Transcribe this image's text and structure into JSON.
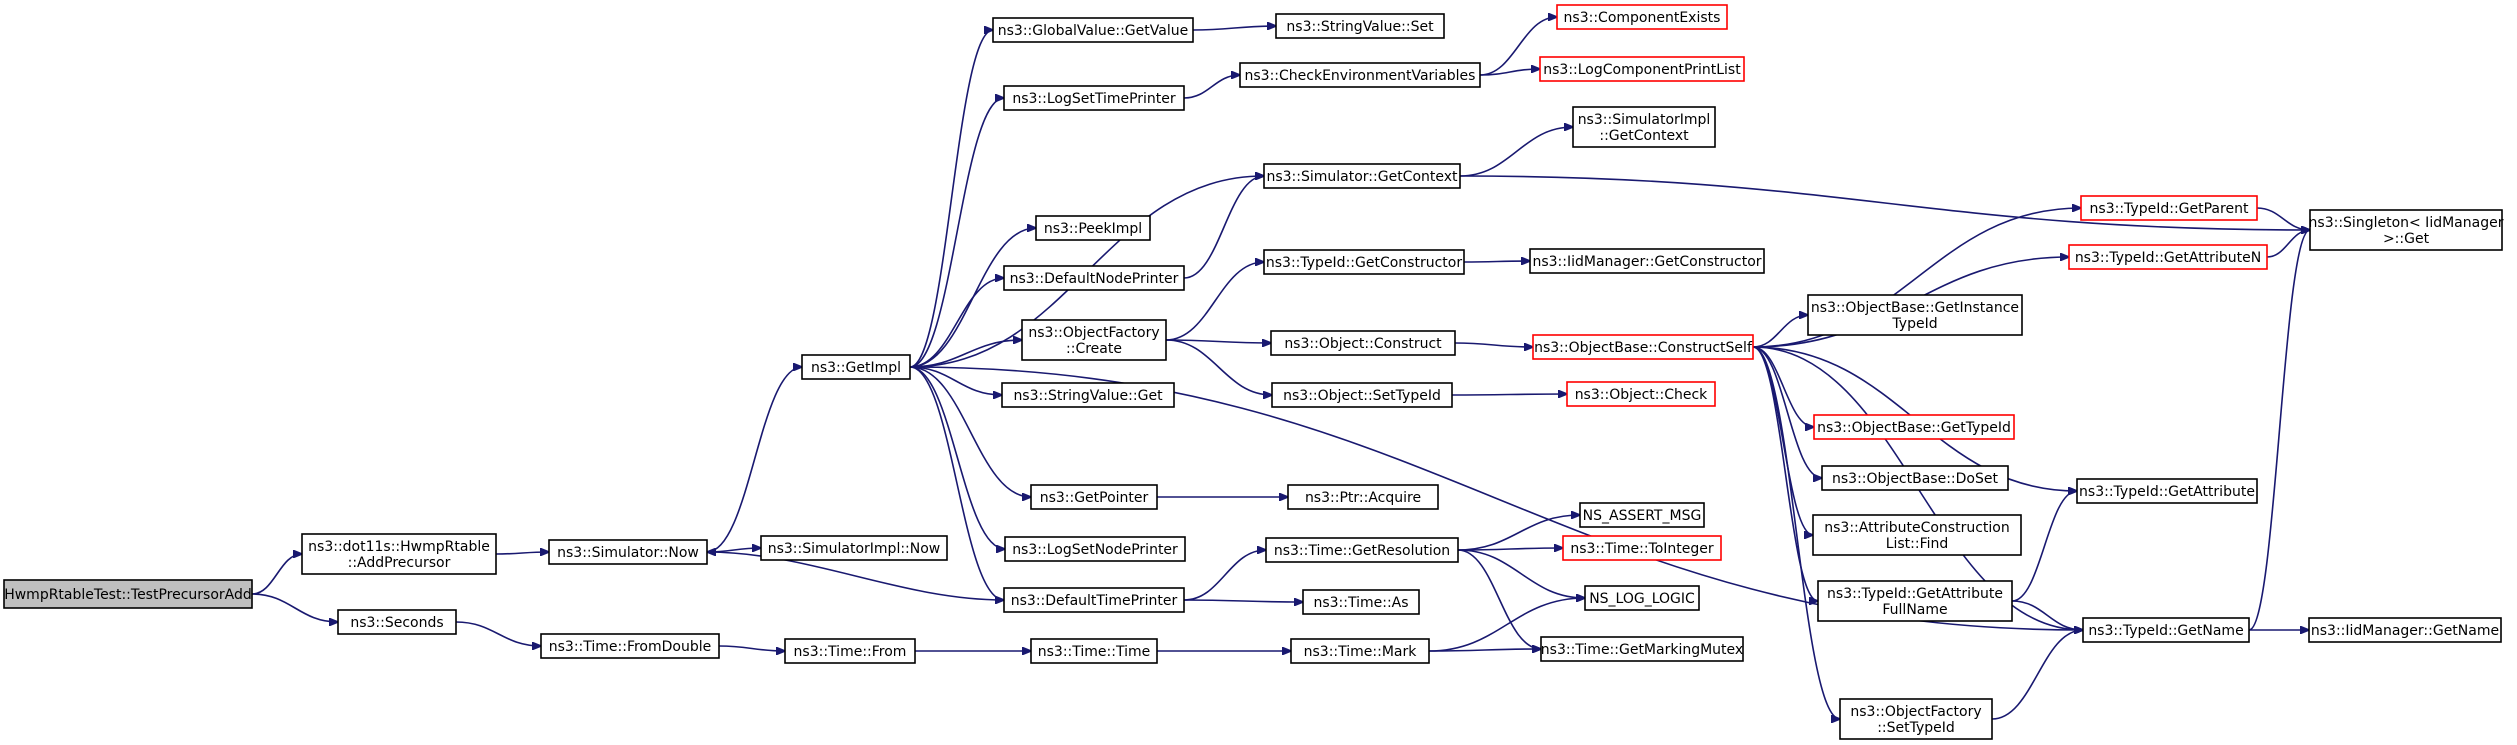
{
  "colors": {
    "edge": "#191970",
    "border": "#000000",
    "border_incomplete": "#ff0000",
    "root_fill": "#bfbfbf",
    "background": "#ffffff"
  },
  "nodes": [
    {
      "id": "root",
      "lines": [
        "HwmpRtableTest::TestPrecursorAdd"
      ],
      "root": true
    },
    {
      "id": "addprec",
      "lines": [
        "ns3::dot11s::HwmpRtable",
        "::AddPrecursor"
      ]
    },
    {
      "id": "seconds",
      "lines": [
        "ns3::Seconds"
      ]
    },
    {
      "id": "simnow",
      "lines": [
        "ns3::Simulator::Now"
      ]
    },
    {
      "id": "fromdouble",
      "lines": [
        "ns3::Time::FromDouble"
      ]
    },
    {
      "id": "getimpl",
      "lines": [
        "ns3::GetImpl"
      ]
    },
    {
      "id": "simimplnow",
      "lines": [
        "ns3::SimulatorImpl::Now"
      ]
    },
    {
      "id": "timefrom",
      "lines": [
        "ns3::Time::From"
      ]
    },
    {
      "id": "gvgetvalue",
      "lines": [
        "ns3::GlobalValue::GetValue"
      ]
    },
    {
      "id": "logsettime",
      "lines": [
        "ns3::LogSetTimePrinter"
      ]
    },
    {
      "id": "peekimpl",
      "lines": [
        "ns3::PeekImpl"
      ]
    },
    {
      "id": "defnodeprinter",
      "lines": [
        "ns3::DefaultNodePrinter"
      ]
    },
    {
      "id": "objfactcreate",
      "lines": [
        "ns3::ObjectFactory",
        "::Create"
      ]
    },
    {
      "id": "svget",
      "lines": [
        "ns3::StringValue::Get"
      ]
    },
    {
      "id": "getpointer",
      "lines": [
        "ns3::GetPointer"
      ]
    },
    {
      "id": "logsetnode",
      "lines": [
        "ns3::LogSetNodePrinter"
      ]
    },
    {
      "id": "deftimeprinter",
      "lines": [
        "ns3::DefaultTimePrinter"
      ]
    },
    {
      "id": "timetime",
      "lines": [
        "ns3::Time::Time"
      ]
    },
    {
      "id": "svset",
      "lines": [
        "ns3::StringValue::Set"
      ]
    },
    {
      "id": "checkenv",
      "lines": [
        "ns3::CheckEnvironmentVariables"
      ]
    },
    {
      "id": "simgetctx",
      "lines": [
        "ns3::Simulator::GetContext"
      ]
    },
    {
      "id": "tidgetctor",
      "lines": [
        "ns3::TypeId::GetConstructor"
      ]
    },
    {
      "id": "objconstruct",
      "lines": [
        "ns3::Object::Construct"
      ]
    },
    {
      "id": "objsettid",
      "lines": [
        "ns3::Object::SetTypeId"
      ]
    },
    {
      "id": "ptracquire",
      "lines": [
        "ns3::Ptr::Acquire"
      ]
    },
    {
      "id": "timegetres",
      "lines": [
        "ns3::Time::GetResolution"
      ]
    },
    {
      "id": "timeas",
      "lines": [
        "ns3::Time::As"
      ]
    },
    {
      "id": "timemark",
      "lines": [
        "ns3::Time::Mark"
      ]
    },
    {
      "id": "compexists",
      "lines": [
        "ns3::ComponentExists"
      ],
      "incomplete": true
    },
    {
      "id": "logcompprint",
      "lines": [
        "ns3::LogComponentPrintList"
      ],
      "incomplete": true
    },
    {
      "id": "simimplctx",
      "lines": [
        "ns3::SimulatorImpl",
        "::GetContext"
      ]
    },
    {
      "id": "iidgetctor",
      "lines": [
        "ns3::IidManager::GetConstructor"
      ]
    },
    {
      "id": "obconstructself",
      "lines": [
        "ns3::ObjectBase::ConstructSelf"
      ],
      "incomplete": true
    },
    {
      "id": "objcheck",
      "lines": [
        "ns3::Object::Check"
      ],
      "incomplete": true
    },
    {
      "id": "nsassert",
      "lines": [
        "NS_ASSERT_MSG"
      ]
    },
    {
      "id": "timetoint",
      "lines": [
        "ns3::Time::ToInteger"
      ],
      "incomplete": true
    },
    {
      "id": "nsloglogic",
      "lines": [
        "NS_LOG_LOGIC"
      ]
    },
    {
      "id": "timemutex",
      "lines": [
        "ns3::Time::GetMarkingMutex"
      ]
    },
    {
      "id": "tidgetparent",
      "lines": [
        "ns3::TypeId::GetParent"
      ],
      "incomplete": true
    },
    {
      "id": "tidgetattrn",
      "lines": [
        "ns3::TypeId::GetAttributeN"
      ],
      "incomplete": true
    },
    {
      "id": "obgetinst",
      "lines": [
        "ns3::ObjectBase::GetInstance",
        "TypeId"
      ]
    },
    {
      "id": "obgettid",
      "lines": [
        "ns3::ObjectBase::GetTypeId"
      ],
      "incomplete": true
    },
    {
      "id": "obdoset",
      "lines": [
        "ns3::ObjectBase::DoSet"
      ]
    },
    {
      "id": "attrconslist",
      "lines": [
        "ns3::AttributeConstruction",
        "List::Find"
      ]
    },
    {
      "id": "tidgetattrfull",
      "lines": [
        "ns3::TypeId::GetAttribute",
        "FullName"
      ]
    },
    {
      "id": "objfactsettid",
      "lines": [
        "ns3::ObjectFactory",
        "::SetTypeId"
      ]
    },
    {
      "id": "singleton",
      "lines": [
        "ns3::Singleton< IidManager",
        " >::Get"
      ]
    },
    {
      "id": "tidgetattr",
      "lines": [
        "ns3::TypeId::GetAttribute"
      ]
    },
    {
      "id": "tidgetname",
      "lines": [
        "ns3::TypeId::GetName"
      ]
    },
    {
      "id": "iidgetname",
      "lines": [
        "ns3::IidManager::GetName"
      ]
    }
  ],
  "edges": [
    [
      "root",
      "addprec"
    ],
    [
      "root",
      "seconds"
    ],
    [
      "addprec",
      "simnow"
    ],
    [
      "simnow",
      "getimpl"
    ],
    [
      "simnow",
      "simimplnow"
    ],
    [
      "seconds",
      "fromdouble"
    ],
    [
      "fromdouble",
      "timefrom"
    ],
    [
      "timefrom",
      "timetime"
    ],
    [
      "timetime",
      "timemark"
    ],
    [
      "timemark",
      "nsloglogic"
    ],
    [
      "timemark",
      "timemutex"
    ],
    [
      "getimpl",
      "gvgetvalue"
    ],
    [
      "getimpl",
      "logsettime"
    ],
    [
      "getimpl",
      "simgetctx"
    ],
    [
      "getimpl",
      "peekimpl"
    ],
    [
      "getimpl",
      "defnodeprinter"
    ],
    [
      "getimpl",
      "objfactcreate"
    ],
    [
      "getimpl",
      "svget"
    ],
    [
      "getimpl",
      "getpointer"
    ],
    [
      "getimpl",
      "logsetnode"
    ],
    [
      "getimpl",
      "deftimeprinter"
    ],
    [
      "getimpl",
      "tidgetname"
    ],
    [
      "gvgetvalue",
      "svset"
    ],
    [
      "logsettime",
      "checkenv"
    ],
    [
      "checkenv",
      "compexists"
    ],
    [
      "checkenv",
      "logcompprint"
    ],
    [
      "simgetctx",
      "simimplctx"
    ],
    [
      "simgetctx",
      "singleton"
    ],
    [
      "defnodeprinter",
      "simgetctx"
    ],
    [
      "objfactcreate",
      "tidgetctor"
    ],
    [
      "objfactcreate",
      "objconstruct"
    ],
    [
      "objfactcreate",
      "objsettid"
    ],
    [
      "tidgetctor",
      "iidgetctor"
    ],
    [
      "objconstruct",
      "obconstructself"
    ],
    [
      "objsettid",
      "objcheck"
    ],
    [
      "getpointer",
      "ptracquire"
    ],
    [
      "deftimeprinter",
      "simnow"
    ],
    [
      "deftimeprinter",
      "timegetres"
    ],
    [
      "deftimeprinter",
      "timeas"
    ],
    [
      "timegetres",
      "nsassert"
    ],
    [
      "timegetres",
      "timetoint"
    ],
    [
      "timegetres",
      "nsloglogic"
    ],
    [
      "timegetres",
      "timemutex"
    ],
    [
      "obconstructself",
      "tidgetparent"
    ],
    [
      "obconstructself",
      "tidgetattrn"
    ],
    [
      "obconstructself",
      "obgetinst"
    ],
    [
      "obconstructself",
      "obgettid"
    ],
    [
      "obconstructself",
      "obdoset"
    ],
    [
      "obconstructself",
      "attrconslist"
    ],
    [
      "obconstructself",
      "tidgetattrfull"
    ],
    [
      "obconstructself",
      "objfactsettid"
    ],
    [
      "obconstructself",
      "tidgetattr"
    ],
    [
      "obconstructself",
      "tidgetname"
    ],
    [
      "tidgetparent",
      "singleton"
    ],
    [
      "tidgetattrn",
      "singleton"
    ],
    [
      "tidgetattrfull",
      "tidgetattr"
    ],
    [
      "tidgetattrfull",
      "tidgetname"
    ],
    [
      "objfactsettid",
      "tidgetname"
    ],
    [
      "tidgetname",
      "singleton"
    ],
    [
      "tidgetname",
      "iidgetname"
    ]
  ]
}
